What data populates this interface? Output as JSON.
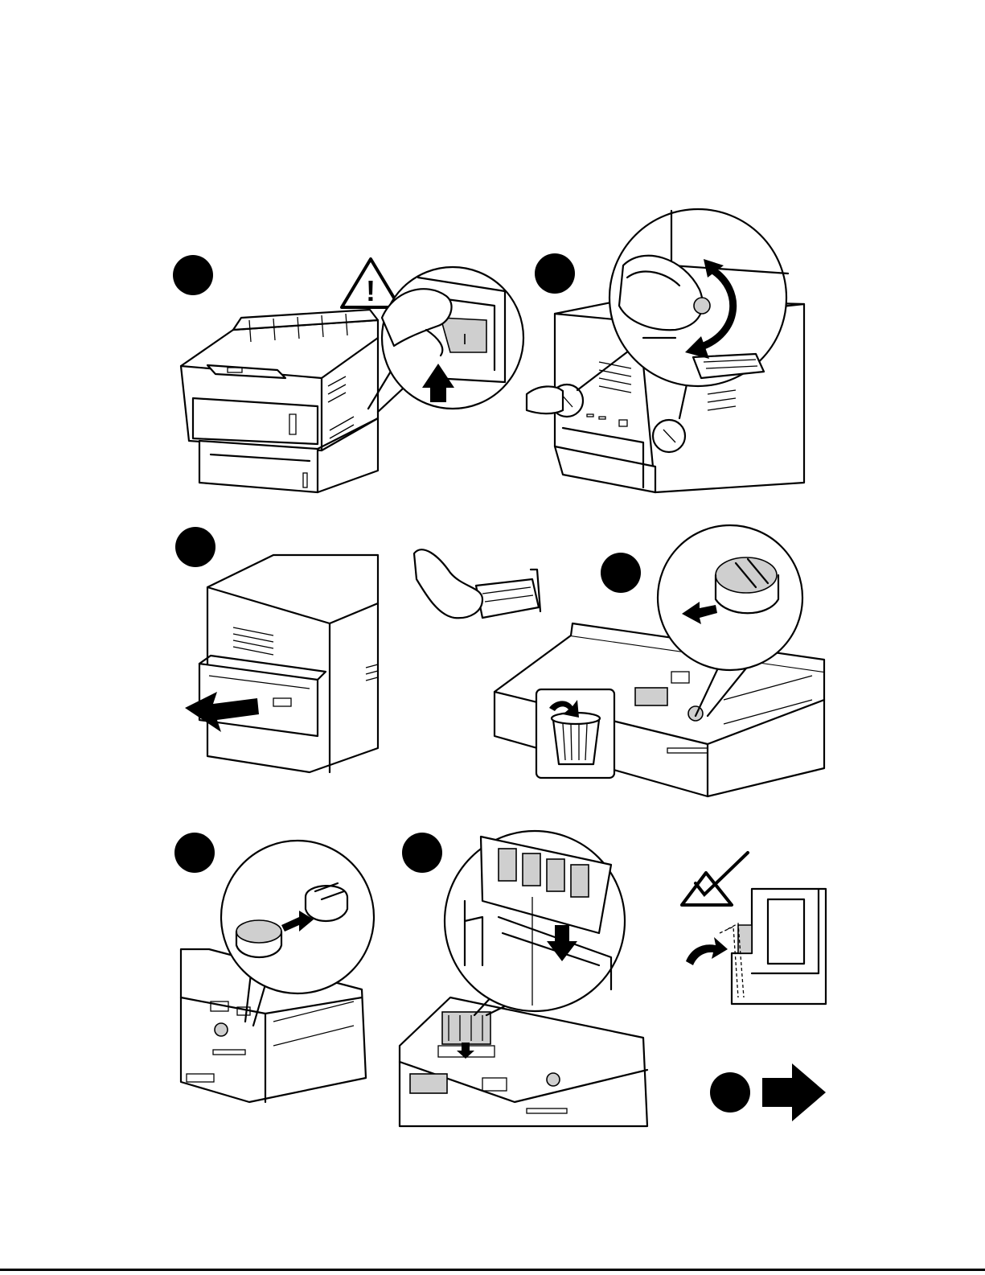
{
  "document": {
    "type": "printer-memory-upgrade-instructions",
    "steps_shown": 7,
    "warning_symbol_text": "!",
    "power_switch_label": "I"
  },
  "colors": {
    "ink": "#000000",
    "paper": "#ffffff",
    "shade": "#cfcfcf"
  },
  "icons": [
    "warning-triangle-icon",
    "check-triangle-icon",
    "trash-bin-icon",
    "next-arrow-icon",
    "down-arrow-icon",
    "up-arrow-icon",
    "rotate-arrow-icon"
  ]
}
